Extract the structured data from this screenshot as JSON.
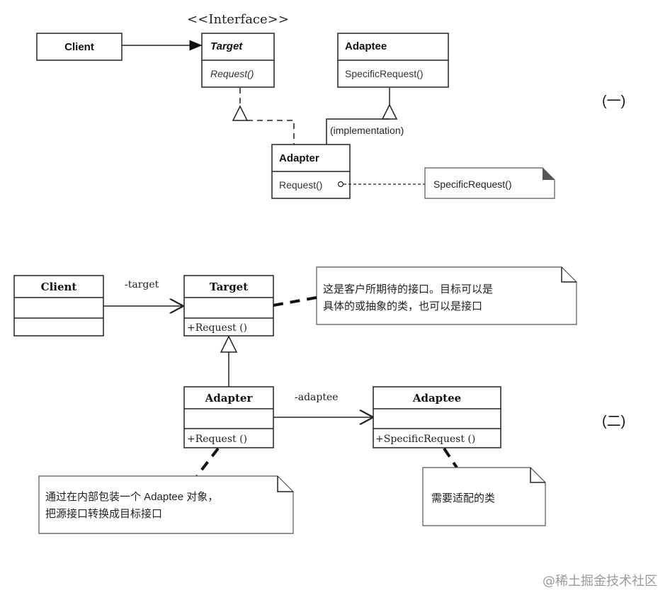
{
  "diagram1": {
    "stereotype": "<<Interface>>",
    "client": "Client",
    "target": {
      "name": "Target",
      "method": "Request()"
    },
    "adaptee": {
      "name": "Adaptee",
      "method": "SpecificRequest()"
    },
    "adapter": {
      "name": "Adapter",
      "method": "Request()"
    },
    "implementation_label": "(implementation)",
    "note_text": "SpecificRequest()",
    "label": "(一)"
  },
  "diagram2": {
    "client": "Client",
    "target": {
      "name": "Target",
      "method": "+Request ()"
    },
    "adapter": {
      "name": "Adapter",
      "method": "+Request ()"
    },
    "adaptee": {
      "name": "Adaptee",
      "method": "+SpecificRequest ()"
    },
    "assoc_target": "-target",
    "assoc_adaptee": "-adaptee",
    "note_target": [
      "这是客户所期待的接口。目标可以是",
      "具体的或抽象的类，也可以是接口"
    ],
    "note_adapter": [
      "通过在内部包装一个 Adaptee 对象，",
      "把源接口转换成目标接口"
    ],
    "note_adaptee": "需要适配的类",
    "label": "(二)"
  },
  "watermark": "@稀土掘金技术社区"
}
